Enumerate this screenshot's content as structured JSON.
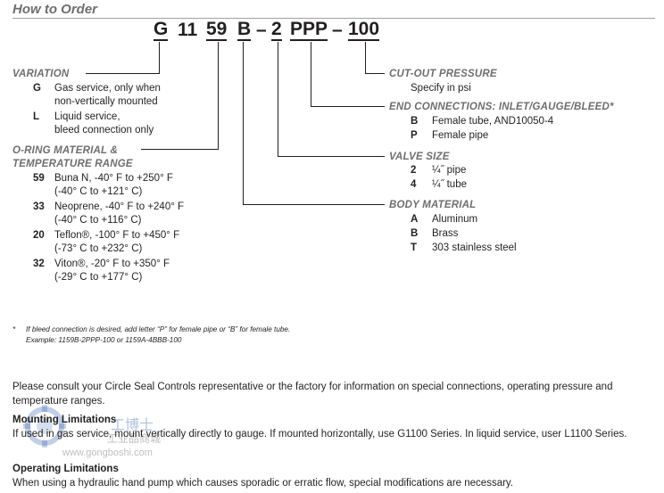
{
  "title": "How to Order",
  "code": {
    "g": "G",
    "n11": "11",
    "n59": "59",
    "b": "B",
    "dash1": "–",
    "n2": "2",
    "ppp": "PPP",
    "dash2": "–",
    "n100": "100"
  },
  "variation": {
    "heading": "VARIATION",
    "items": [
      {
        "code": "G",
        "line1": "Gas service, only when",
        "line2": "non-vertically mounted"
      },
      {
        "code": "L",
        "line1": "Liquid service,",
        "line2": "bleed connection only"
      }
    ]
  },
  "oring": {
    "heading1": "O-RING MATERIAL &",
    "heading2": "TEMPERATURE RANGE",
    "items": [
      {
        "code": "59",
        "line1": "Buna N, -40° F to +250° F",
        "line2": "(-40° C to +121° C)"
      },
      {
        "code": "33",
        "line1": "Neoprene, -40° F to +240° F",
        "line2": "(-40° C to +116° C)"
      },
      {
        "code": "20",
        "line1": "Teflon®, -100° F to +450° F",
        "line2": "(-73° C to +232° C)"
      },
      {
        "code": "32",
        "line1": "Viton®, -20° F to +350° F",
        "line2": "(-29° C to +177° C)"
      }
    ]
  },
  "cutout": {
    "heading": "CUT-OUT PRESSURE",
    "text": "Specify in psi"
  },
  "endconn": {
    "heading": "END CONNECTIONS: INLET/GAUGE/BLEED*",
    "items": [
      {
        "code": "B",
        "text": "Female tube, AND10050-4"
      },
      {
        "code": "P",
        "text": "Female pipe"
      }
    ]
  },
  "valvesize": {
    "heading": "VALVE SIZE",
    "items": [
      {
        "code": "2",
        "text": "¼˝ pipe"
      },
      {
        "code": "4",
        "text": "¼˝ tube"
      }
    ]
  },
  "bodymat": {
    "heading": "BODY MATERIAL",
    "items": [
      {
        "code": "A",
        "text": "Aluminum"
      },
      {
        "code": "B",
        "text": "Brass"
      },
      {
        "code": "T",
        "text": "303 stainless steel"
      }
    ]
  },
  "footnote": {
    "star": "*",
    "line1": "If bleed connection is desired, add letter “P” for female pipe or “B” for female tube.",
    "line2": "Example: 1159B-2PPP-100 or 1159A-4BBB-100"
  },
  "consult": "Please consult your Circle Seal Controls representative or the factory for information on special connections, operating pressure and temperature ranges.",
  "mounting": {
    "heading": "Mounting Limitations",
    "text": "If used in gas service, mount vertically directly to gauge. If mounted horizontally, use G1100 Series. In liquid service, user L1100 Series."
  },
  "operating": {
    "heading": "Operating Limitations",
    "text": "When using a hydraulic hand pump which causes sporadic or erratic flow, special modifications are necessary."
  },
  "watermark": {
    "brand": "工博士",
    "sub": "工业品商城",
    "url": "www.gongboshi.com",
    "accent": "#1d4fa5"
  }
}
